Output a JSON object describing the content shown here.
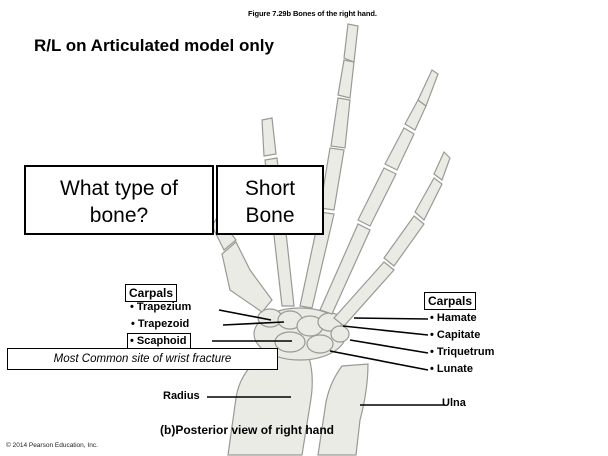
{
  "figure_caption": "Figure 7.29b  Bones of the right hand.",
  "slide_title": "R/L on Articulated model only",
  "question": {
    "line1": "What type of",
    "line2": "bone?"
  },
  "answer": {
    "line1": "Short",
    "line2": "Bone"
  },
  "carpals_left": {
    "header": "Carpals",
    "items": [
      "• Trapezium",
      "• Trapezoid",
      "• Scaphoid"
    ]
  },
  "carpals_right": {
    "header": "Carpals",
    "items": [
      "• Hamate",
      "• Capitate",
      "• Triquetrum",
      "• Lunate"
    ]
  },
  "note": "Most Common site of wrist fracture",
  "radius_label": "Radius",
  "ulna_label": "Ulna",
  "view_caption": "(b)Posterior  view of right hand",
  "copyright": "© 2014 Pearson Education, Inc."
}
